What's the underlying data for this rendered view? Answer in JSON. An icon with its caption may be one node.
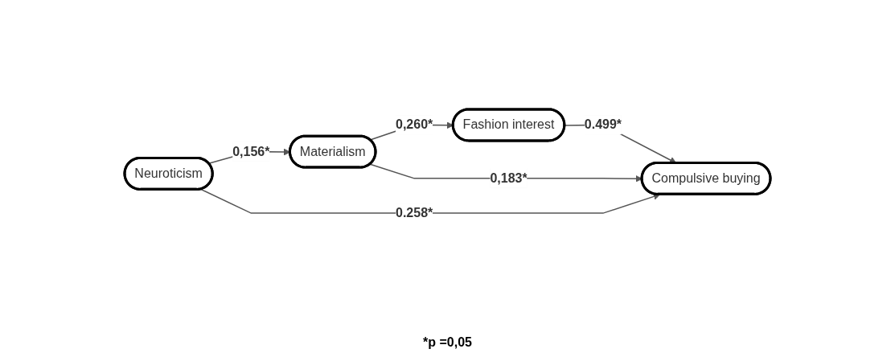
{
  "diagram": {
    "nodes": [
      {
        "text": [
          "Neuroticism"
        ]
      },
      {
        "text": [
          "Materialism"
        ]
      },
      {
        "text": [
          "Fashion interest"
        ]
      },
      {
        "text": [
          "Compulsive buying"
        ]
      }
    ],
    "edges": [
      {
        "from": 0,
        "to": 1,
        "arrow": "to",
        "label": "0,156*"
      },
      {
        "from": 1,
        "to": 2,
        "arrow": "to",
        "label": "0,260*"
      },
      {
        "from": 1,
        "to": 3,
        "arrow": "to",
        "label": "0,183*"
      },
      {
        "from": 0,
        "to": 3,
        "arrow": "to",
        "label": "0.258*"
      },
      {
        "from": 2,
        "to": 3,
        "arrow": "to",
        "label": "0.499*"
      }
    ],
    "labels": [
      "*p =0,05"
    ]
  }
}
